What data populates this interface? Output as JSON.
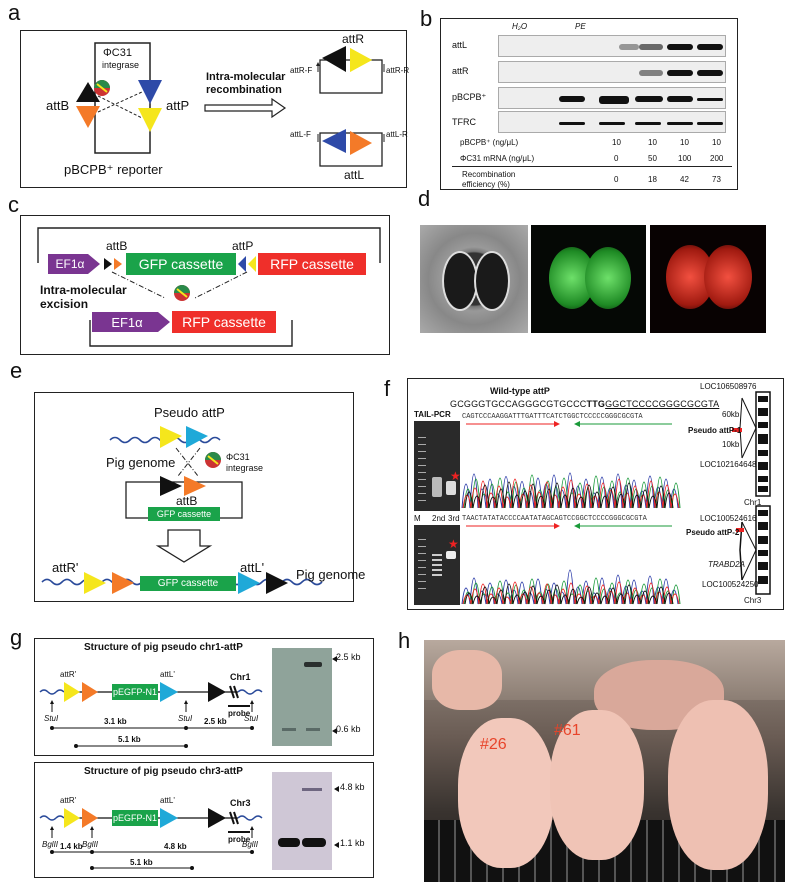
{
  "panels": {
    "a": "a",
    "b": "b",
    "c": "c",
    "d": "d",
    "e": "e",
    "f": "f",
    "g": "g",
    "h": "h"
  },
  "panel_a": {
    "integrase": "ΦC31",
    "integrase2": "integrase",
    "attB": "attB",
    "attP": "attP",
    "reporter": "pBCPB⁺ reporter",
    "recomb_line1": "Intra-molecular",
    "recomb_line2": "recombination",
    "attR": "attR",
    "attL": "attL",
    "attR_F": "attR-F",
    "attR_R": "attR-R",
    "attL_F": "attL-F",
    "attL_R": "attL-R"
  },
  "panel_b": {
    "col_h2o": "H₂O",
    "col_pe": "PE",
    "rows": [
      "attL",
      "attR",
      "pBCPB⁺",
      "TFRC"
    ],
    "pbcpb_label": "pBCPB⁺ (ng/μL)",
    "pbcpb_values": [
      "10",
      "10",
      "10",
      "10"
    ],
    "mrna_label": "ΦC31 mRNA (ng/μL)",
    "mrna_values": [
      "0",
      "50",
      "100",
      "200"
    ],
    "eff_label1": "Recombination",
    "eff_label2": "efficiency (%)",
    "eff_values": [
      "0",
      "18",
      "42",
      "73"
    ]
  },
  "panel_c": {
    "ef1a": "EF1α",
    "attB": "attB",
    "attP": "attP",
    "gfp": "GFP cassette",
    "rfp": "RFP cassette",
    "excision1": "Intra-molecular",
    "excision2": "excision",
    "ef1a2": "EF1α",
    "rfp2": "RFP cassette"
  },
  "panel_e": {
    "pseudo": "Pseudo attP",
    "genome": "Pig genome",
    "integrase": "ΦC31",
    "integrase2": "integrase",
    "attB": "attB",
    "gfp": "GFP cassette",
    "attR": "attR'",
    "attL": "attL'",
    "gfp2": "GFP cassette",
    "genome2": "Pig genome"
  },
  "panel_f": {
    "wild_title": "Wild-type attP",
    "wild_seq_pre": "GCGGGTGCCAGGGCGTGCCC",
    "wild_seq_bold": "TTG",
    "wild_seq_post": "GGCTCCCCGGGCGCGTA",
    "tail": "TAIL-PCR",
    "lane_m": "M",
    "lane_2": "2nd",
    "lane_3": "3rd",
    "seq1": "CAGTCCCAAGGATTTGATTTCATCTGGCTCCCCCGGGCGCGTA",
    "seq2": "TAACTATATACCCCAATATAGCAGTCCGGCTCCCCGGGCGCGTA",
    "loc1": "LOC106508976",
    "kb60": "60kb",
    "pseudo1": "Pseudo attP-1",
    "kb10": "10kb",
    "loc2": "LOC102164648",
    "chr1": "Chr1",
    "loc3": "LOC100524616",
    "pseudo2": "Pseudo attP-2",
    "trabd": "TRABD2A",
    "loc4": "LOC100524250",
    "chr3": "Chr3"
  },
  "panel_g": {
    "title1": "Structure of pig pseudo chr1-attP",
    "title2": "Structure of pig pseudo chr3-attP",
    "attR": "attR'",
    "attL": "attL'",
    "egfp": "pEGFP-N1",
    "chr1": "Chr1",
    "chr3": "Chr3",
    "probe": "probe",
    "stul": "StuI",
    "bglii": "BglII",
    "d31": "3.1 kb",
    "d25": "2.5 kb",
    "d51": "5.1 kb",
    "d14": "1.4 kb",
    "d48": "4.8 kb",
    "d51b": "5.1 kb",
    "blot1_top": "2.5 kb",
    "blot1_bot": "0.6 kb",
    "blot2_top": "4.8 kb",
    "blot2_bot": "1.1 kb"
  },
  "panel_h": {
    "pig26": "#26",
    "pig61": "#61"
  },
  "colors": {
    "black_tri": "#111111",
    "orange_tri": "#f47a28",
    "blue_tri": "#2e4aa8",
    "yellow_tri": "#f5e61c",
    "cyan_tri": "#1fa9d8",
    "gfp": "#1aa34a",
    "rfp": "#ef2f2a",
    "ef1a": "#7a3591"
  }
}
